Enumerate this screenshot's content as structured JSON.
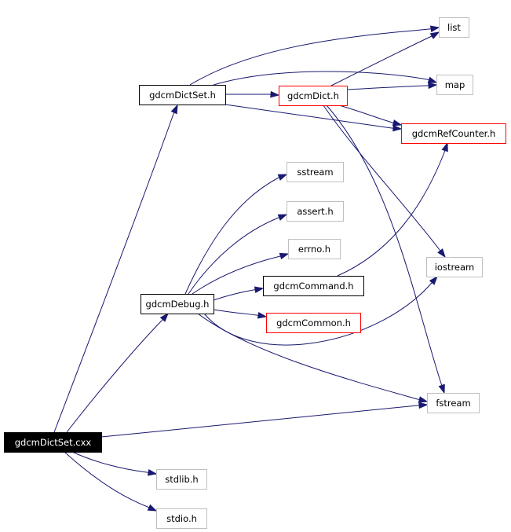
{
  "graph": {
    "nodes": {
      "root": {
        "label": "gdcmDictSet.cxx",
        "style": "root"
      },
      "dictset_h": {
        "label": "gdcmDictSet.h",
        "style": "file"
      },
      "list": {
        "label": "list",
        "style": "system"
      },
      "map": {
        "label": "map",
        "style": "system"
      },
      "dict_h": {
        "label": "gdcmDict.h",
        "style": "truncated"
      },
      "refcounter_h": {
        "label": "gdcmRefCounter.h",
        "style": "truncated"
      },
      "sstream": {
        "label": "sstream",
        "style": "system"
      },
      "assert_h": {
        "label": "assert.h",
        "style": "system"
      },
      "errno_h": {
        "label": "errno.h",
        "style": "system"
      },
      "command_h": {
        "label": "gdcmCommand.h",
        "style": "file"
      },
      "iostream": {
        "label": "iostream",
        "style": "system"
      },
      "debug_h": {
        "label": "gdcmDebug.h",
        "style": "file"
      },
      "common_h": {
        "label": "gdcmCommon.h",
        "style": "truncated"
      },
      "fstream": {
        "label": "fstream",
        "style": "system"
      },
      "stdlib_h": {
        "label": "stdlib.h",
        "style": "system"
      },
      "stdio_h": {
        "label": "stdio.h",
        "style": "system"
      }
    },
    "edges": [
      {
        "from": "root",
        "to": "dictset_h"
      },
      {
        "from": "root",
        "to": "debug_h"
      },
      {
        "from": "root",
        "to": "fstream"
      },
      {
        "from": "root",
        "to": "stdlib_h"
      },
      {
        "from": "root",
        "to": "stdio_h"
      },
      {
        "from": "dictset_h",
        "to": "list"
      },
      {
        "from": "dictset_h",
        "to": "map"
      },
      {
        "from": "dictset_h",
        "to": "dict_h"
      },
      {
        "from": "dictset_h",
        "to": "refcounter_h"
      },
      {
        "from": "dict_h",
        "to": "list"
      },
      {
        "from": "dict_h",
        "to": "map"
      },
      {
        "from": "dict_h",
        "to": "refcounter_h"
      },
      {
        "from": "dict_h",
        "to": "iostream"
      },
      {
        "from": "dict_h",
        "to": "fstream"
      },
      {
        "from": "debug_h",
        "to": "sstream"
      },
      {
        "from": "debug_h",
        "to": "assert_h"
      },
      {
        "from": "debug_h",
        "to": "errno_h"
      },
      {
        "from": "debug_h",
        "to": "command_h"
      },
      {
        "from": "debug_h",
        "to": "common_h"
      },
      {
        "from": "debug_h",
        "to": "iostream"
      },
      {
        "from": "debug_h",
        "to": "fstream"
      },
      {
        "from": "command_h",
        "to": "refcounter_h"
      }
    ]
  },
  "colors": {
    "edge": "#191970",
    "file_border": "#000000",
    "truncated_border": "#ff0000",
    "system_border": "#bfbfbf",
    "root_fill": "#000000",
    "root_text": "#ffffff"
  }
}
